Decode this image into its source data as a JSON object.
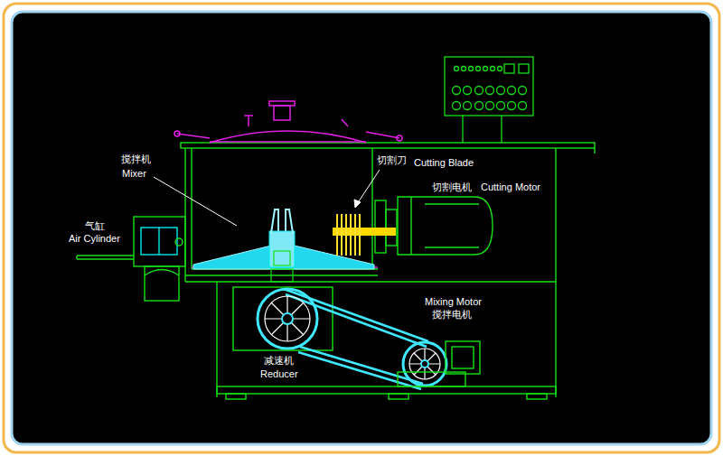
{
  "diagram": {
    "labels": [
      "搅拌机",
      "Mixer",
      "切割刀",
      "Cutting Blade",
      "切割电机",
      "Cutting Motor",
      "气缸",
      "Air Cylinder",
      "Mixing Motor",
      "搅拌电机",
      "减速机",
      "Reducer"
    ]
  }
}
